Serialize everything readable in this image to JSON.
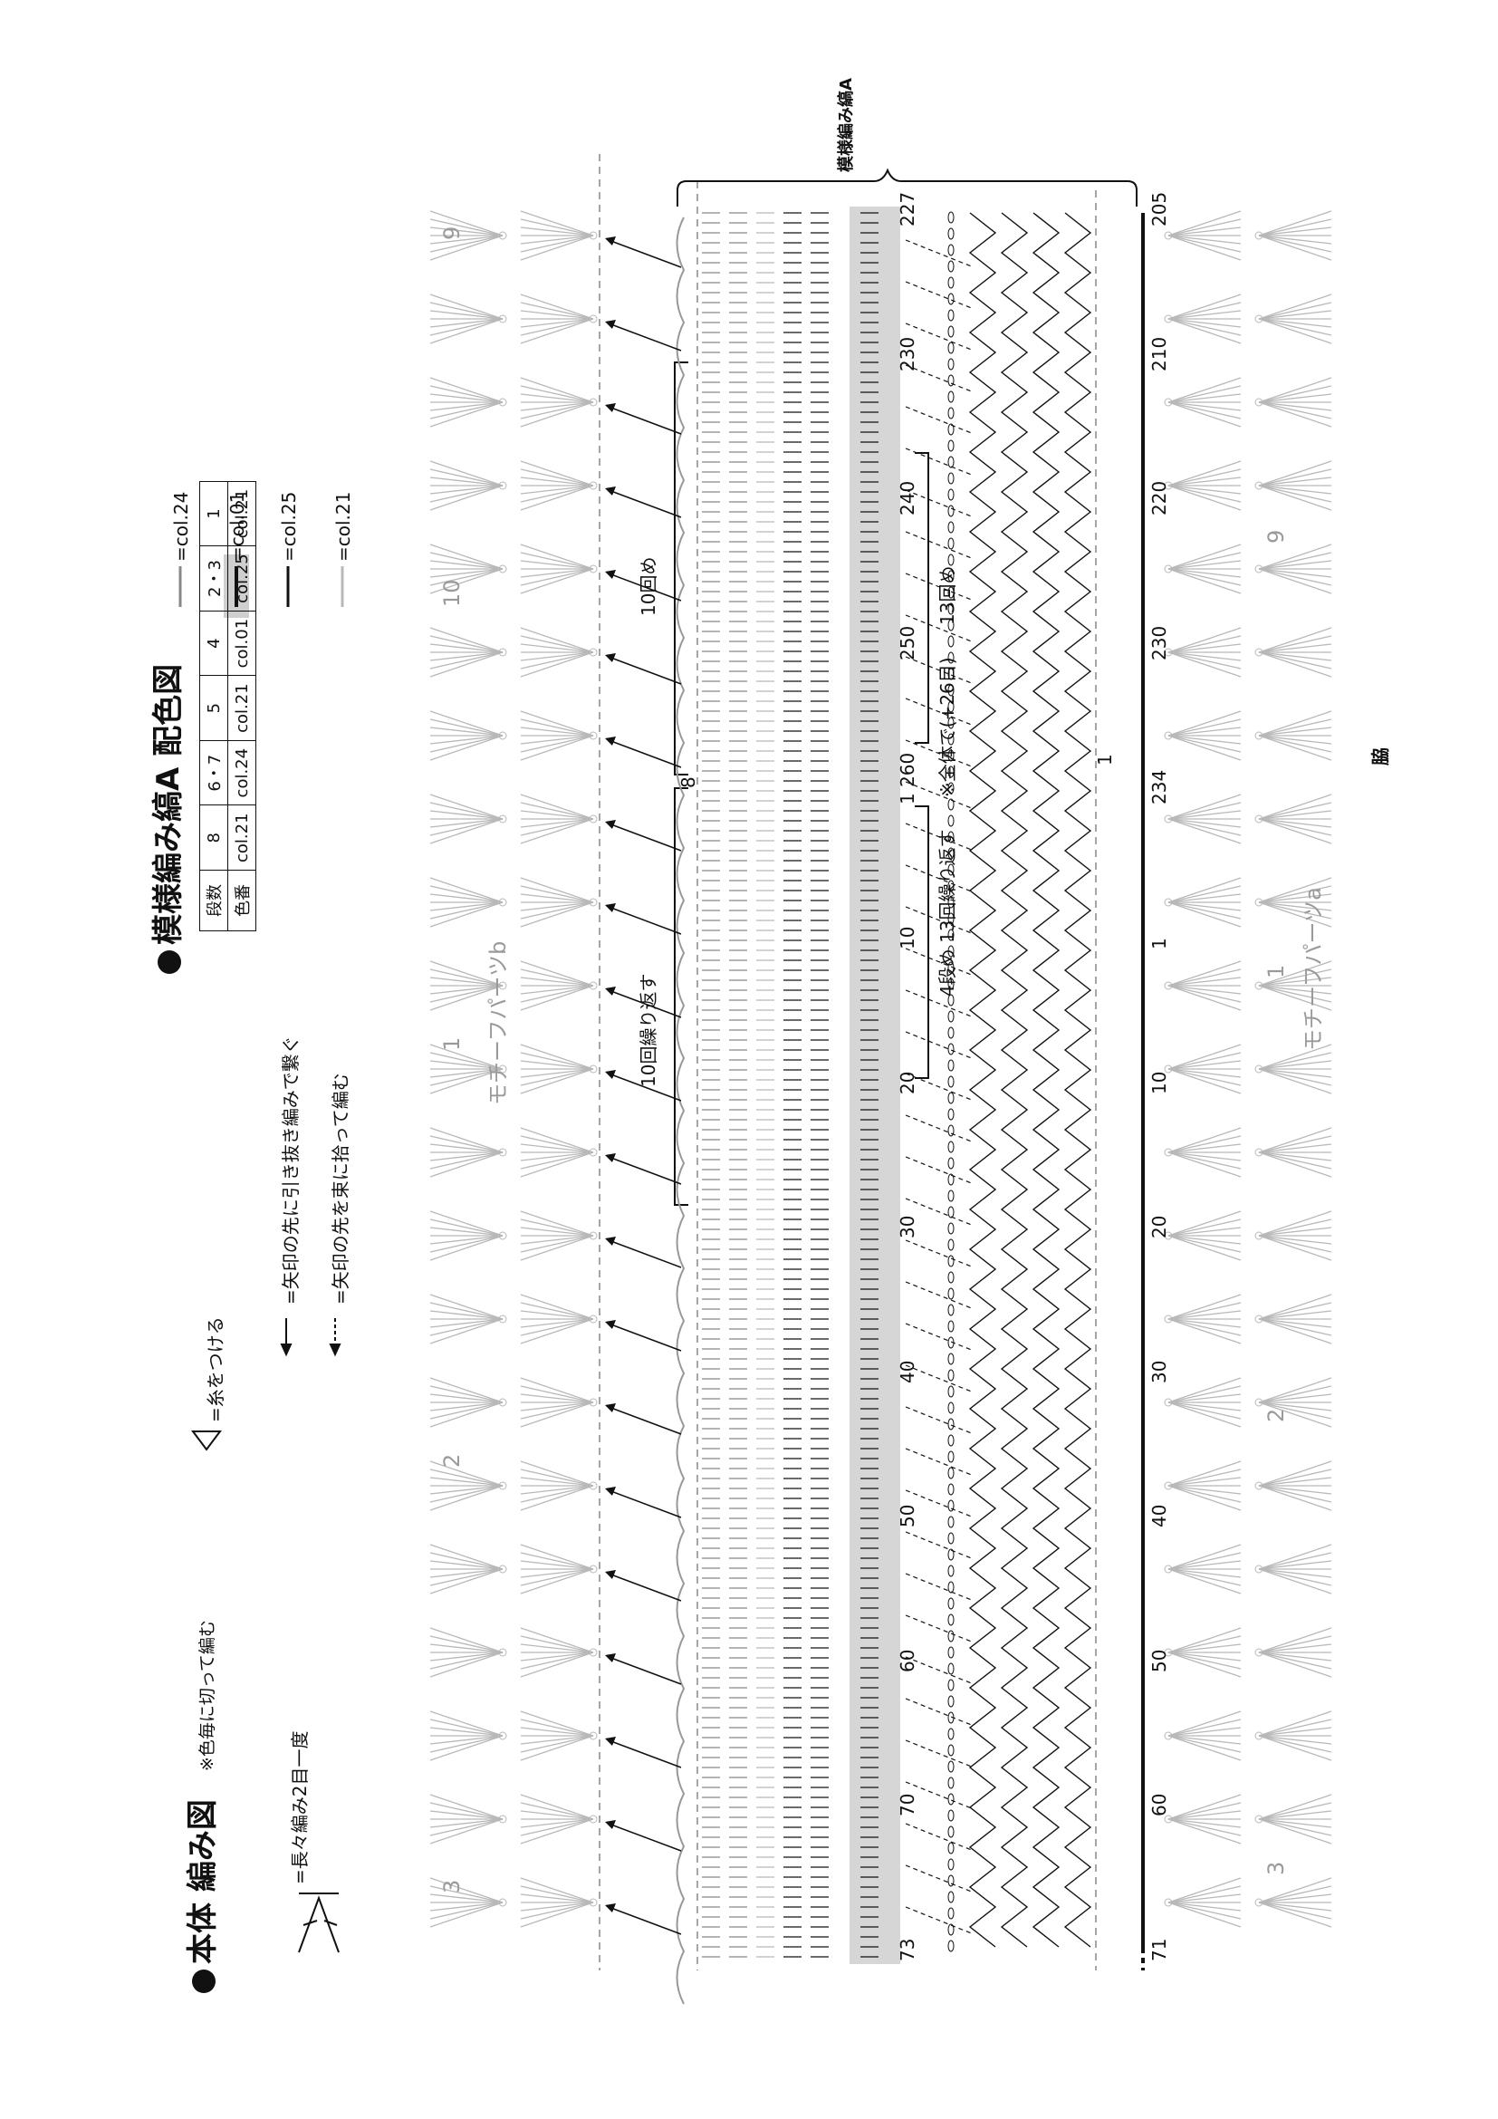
{
  "titles": {
    "main": "本体 編み図",
    "main_note": "※色毎に切って編む",
    "colorchart": "模様編み縞A 配色図"
  },
  "legend": {
    "dec": "=長々編み2目一度",
    "join": "=糸をつける",
    "arrow_solid": "=矢印の先に引き抜き編みで繋ぐ",
    "arrow_dashed": "=矢印の先を束に拾って編む"
  },
  "color_legend": [
    {
      "label": "=col.24",
      "color": "#888888"
    },
    {
      "label": "=col.01",
      "color": "#111111"
    },
    {
      "label": "=col.25",
      "color": "#111111"
    },
    {
      "label": "=col.21",
      "color": "#b8b8b8"
    }
  ],
  "color_table": {
    "headers": [
      "段数",
      "色番"
    ],
    "rows": [
      [
        "8",
        "col.21"
      ],
      [
        "6・7",
        "col.24"
      ],
      [
        "5",
        "col.21"
      ],
      [
        "4",
        "col.01"
      ],
      [
        "2・3",
        "col.25"
      ],
      [
        "1",
        "col.21"
      ]
    ]
  },
  "annotations": {
    "pattern_label": "模様編み縞A",
    "repeat_10": "10回繰り返す",
    "repeat_10_th": "10回め",
    "repeat_13": "4段め 13回繰り返す",
    "repeat_13_th": "13回め",
    "overall": "※全体で(+26目)",
    "side": "脇",
    "motif_a": "モチーフパーツa",
    "motif_b": "モチーフパーツb",
    "row_8": "8"
  },
  "top_counts": [
    "73",
    "70",
    "60",
    "50",
    "40",
    "30",
    "20",
    "10",
    "1 260",
    "250",
    "240",
    "230",
    "227"
  ],
  "bottom_counts": [
    "71",
    "60",
    "50",
    "40",
    "30",
    "20",
    "10",
    "1",
    "234",
    "230",
    "220",
    "210",
    "205"
  ],
  "motif_numbers_b": [
    "3",
    "2",
    "1",
    "10",
    "9"
  ],
  "motif_numbers_a": [
    "3",
    "2",
    "1",
    "9"
  ],
  "small_marks": [
    "1",
    "1"
  ]
}
